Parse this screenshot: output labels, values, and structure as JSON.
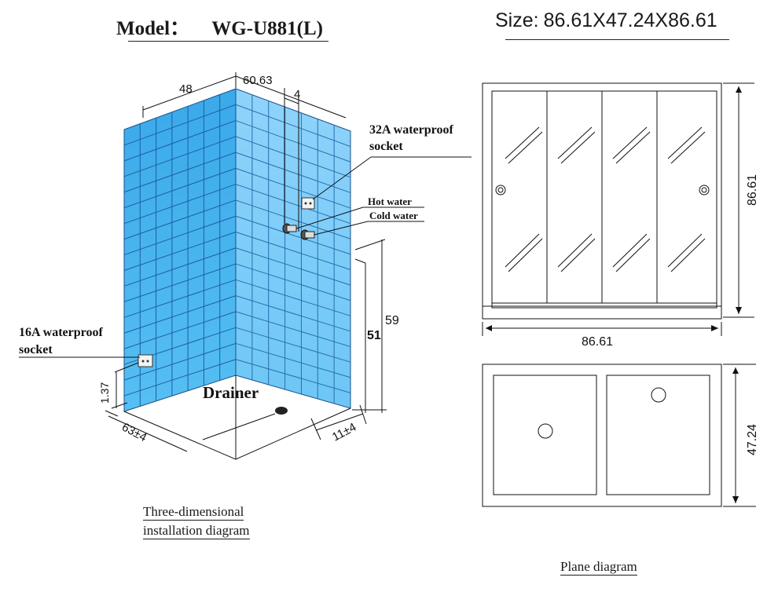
{
  "header": {
    "model_label": "Model：",
    "model_value": "WG-U881(L)",
    "size_label": "Size:",
    "size_value": "86.61X47.24X86.61"
  },
  "three_d": {
    "dim_left_wall": "48",
    "dim_right_wall": "60.63",
    "dim_pipe_offset": "4",
    "socket_32a_line1": "32A waterproof",
    "socket_32a_line2": "socket",
    "hot_water": "Hot water",
    "cold_water": "Cold water",
    "socket_16a_line1": "16A waterproof",
    "socket_16a_line2": "socket",
    "dim_59": "59",
    "dim_51": "51",
    "dim_137": "1.37",
    "drainer": "Drainer",
    "dim_63": "63±4",
    "dim_11": "11±4",
    "caption_line1": "Three-dimensional",
    "caption_line2": "installation  diagram",
    "tile_color": "#4ab4ee"
  },
  "plane": {
    "front_height": "86.61",
    "front_width": "86.61",
    "plan_depth": "47.24",
    "caption": "Plane  diagram"
  }
}
